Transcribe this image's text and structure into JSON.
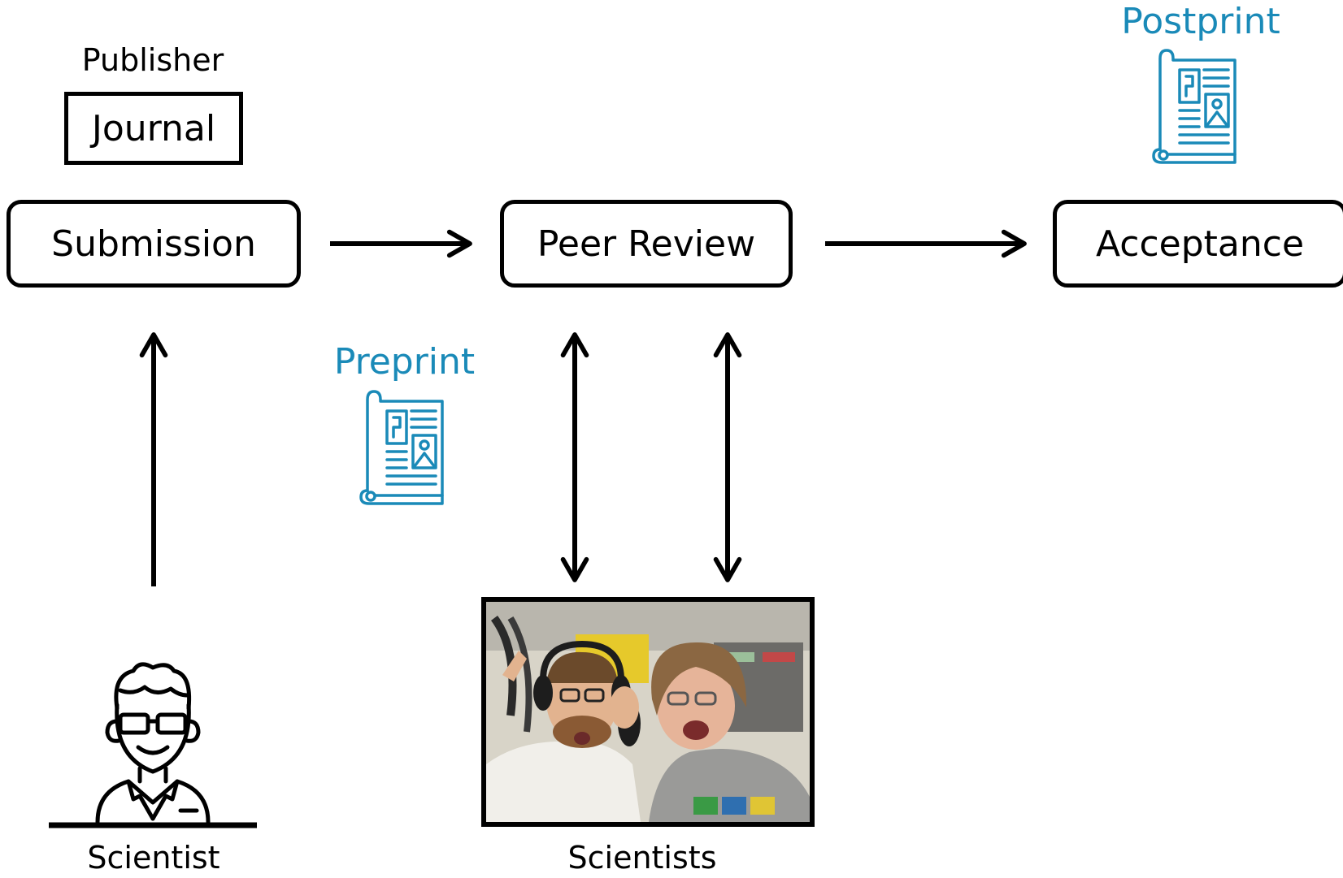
{
  "publisher": {
    "label": "Publisher",
    "journal_label": "Journal"
  },
  "stages": {
    "submission": "Submission",
    "peer_review": "Peer Review",
    "acceptance": "Acceptance"
  },
  "documents": {
    "preprint_label": "Preprint",
    "postprint_label": "Postprint",
    "icon": "newspaper-icon"
  },
  "actors": {
    "scientist_label": "Scientist",
    "scientists_label": "Scientists",
    "scientist_icon": "scientist-icon",
    "scientists_image": "scientists-photo"
  },
  "colors": {
    "accent": "#1a8ab8",
    "line": "#000000"
  }
}
